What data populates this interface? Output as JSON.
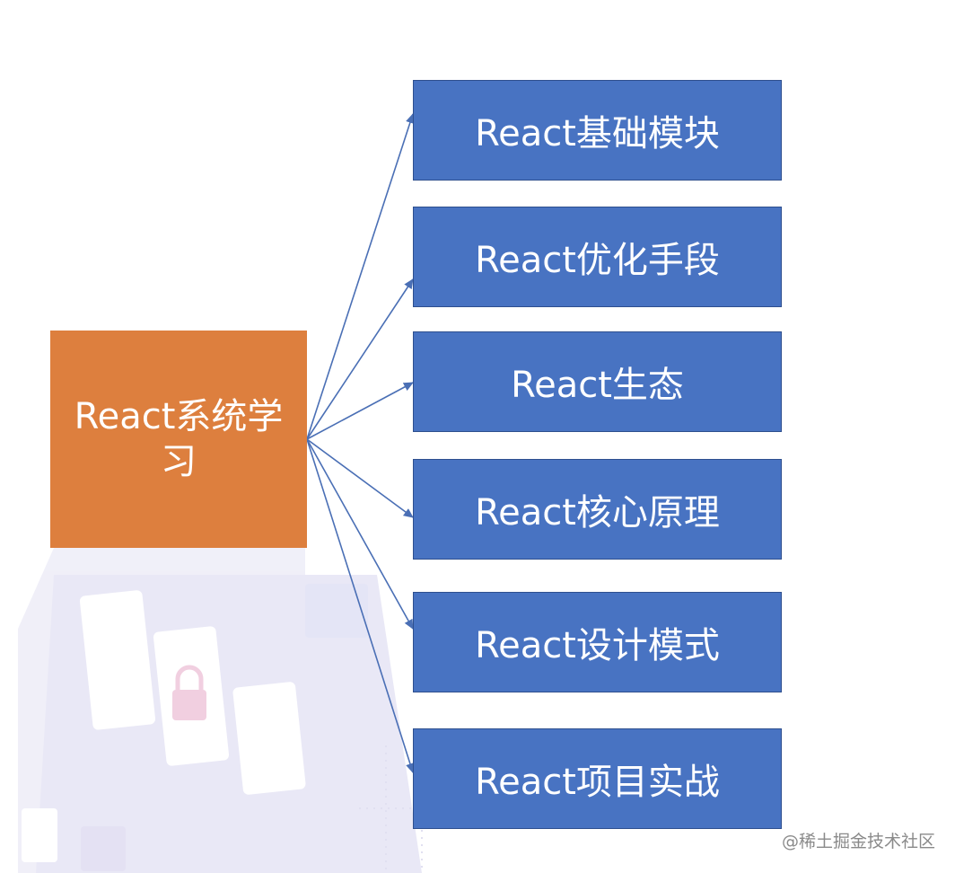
{
  "diagram": {
    "root": {
      "label": "React系统学习",
      "color": "#dd7f3e"
    },
    "children": [
      {
        "label": "React基础模块"
      },
      {
        "label": "React优化手段"
      },
      {
        "label": "React生态"
      },
      {
        "label": "React核心原理"
      },
      {
        "label": "React设计模式"
      },
      {
        "label": "React项目实战"
      }
    ],
    "child_color": "#4873c2",
    "connector_color": "#4a6fb5"
  },
  "watermark": {
    "text": "@稀土掘金技术社区"
  }
}
